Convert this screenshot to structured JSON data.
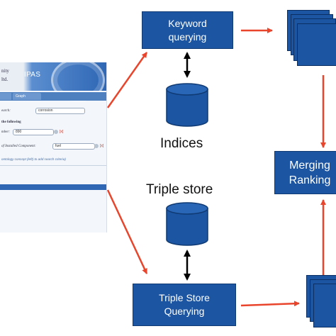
{
  "app": {
    "org_lines": [
      "nity",
      "ltd."
    ],
    "title": "IPAS",
    "tabs": [
      "",
      "Graph"
    ],
    "search_label": "earch:",
    "search_value": "corrosion",
    "follow_label": "the following",
    "number_label": "mber:",
    "number_value": "890",
    "component_label": "of Installed Component:",
    "component_value": "fuel",
    "delete_label": "[x]",
    "hint": "ontology concept (left) to add search criteria)"
  },
  "diagram": {
    "keyword_box": [
      "Keyword",
      "querying"
    ],
    "indices_label": "Indices",
    "triple_store_label": "Triple store",
    "triple_query_box": [
      "Triple Store",
      "Querying"
    ],
    "merge_box": [
      "Merging",
      "Ranking"
    ]
  },
  "colors": {
    "box_fill": "#1c55a2",
    "box_stroke": "#0f3a73",
    "arrow": "#e8452c",
    "connector": "#000000"
  }
}
